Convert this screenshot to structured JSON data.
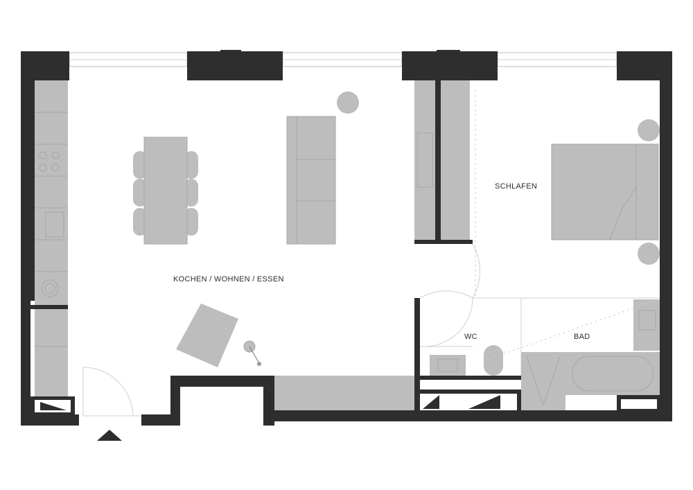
{
  "floor_plan": {
    "rooms": {
      "living": {
        "label": "KOCHEN / WOHNEN / ESSEN"
      },
      "bedroom": {
        "label": "SCHLAFEN"
      },
      "wc": {
        "label": "WC"
      },
      "bath": {
        "label": "BAD"
      }
    },
    "colors": {
      "wall": "#2e2e2e",
      "furniture": "#bdbdbd",
      "background": "#ffffff"
    }
  }
}
